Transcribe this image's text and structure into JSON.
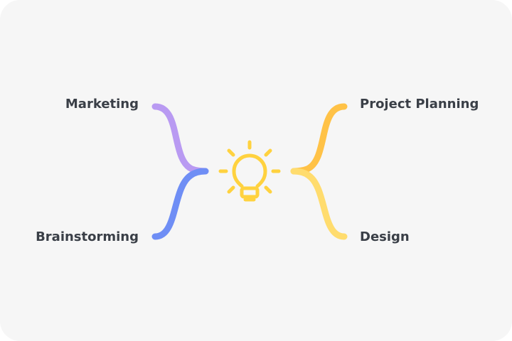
{
  "mindmap": {
    "center": {
      "icon": "lightbulb-icon",
      "color": "#FFD23F"
    },
    "branches": [
      {
        "id": "marketing",
        "label": "Marketing",
        "side": "left",
        "color": "#B99AF2"
      },
      {
        "id": "brainstorming",
        "label": "Brainstorming",
        "side": "left",
        "color": "#6F8EF5"
      },
      {
        "id": "project-planning",
        "label": "Project Planning",
        "side": "right",
        "color": "#FFC247"
      },
      {
        "id": "design",
        "label": "Design",
        "side": "right",
        "color": "#FFDC6E"
      }
    ]
  },
  "colors": {
    "background": "#F6F6F6",
    "label_text": "#3A3F47"
  }
}
